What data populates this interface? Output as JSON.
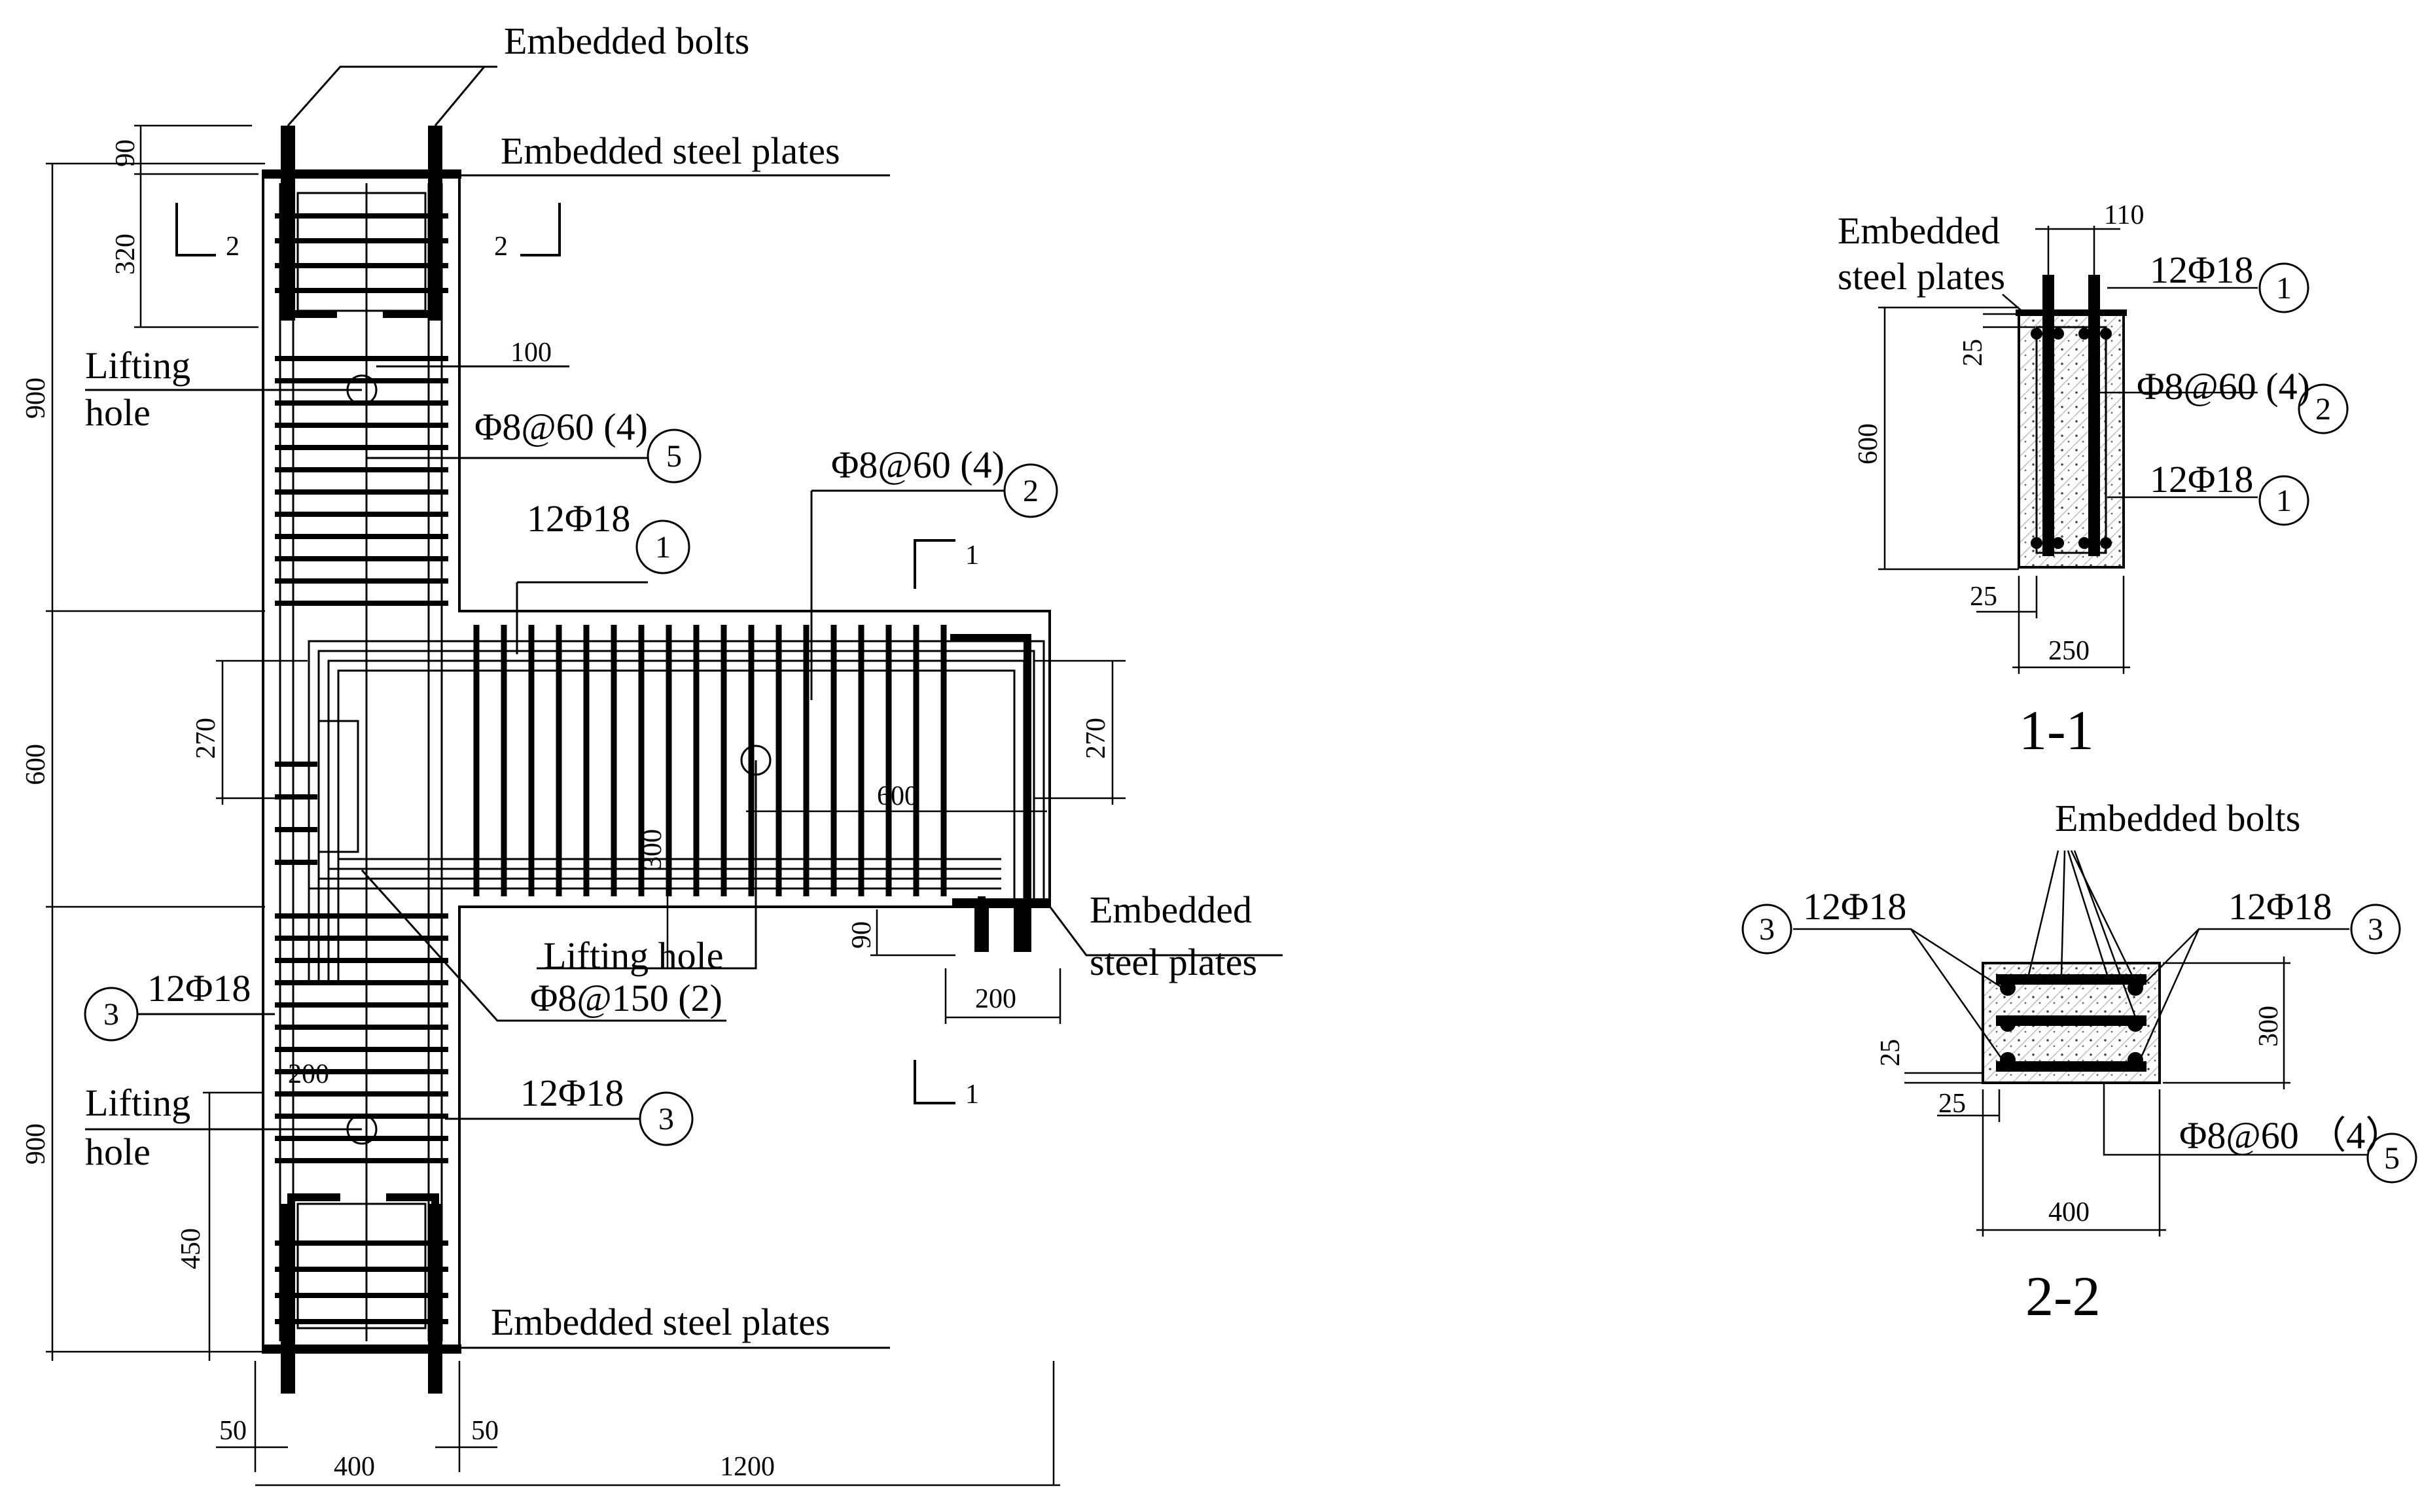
{
  "main_view": {
    "labels": {
      "embedded_bolts": "Embedded bolts",
      "plates_top": "Embedded steel plates",
      "plates_bottom": "Embedded steel plates",
      "plates_right_1": "Embedded",
      "plates_right_2": "steel plates",
      "lifting_top_1": "Lifting",
      "lifting_top_2": "hole",
      "lifting_mid": "Lifting hole",
      "lifting_bot_1": "Lifting",
      "lifting_bot_2": "hole"
    },
    "rebar_callouts": {
      "c1_text": "12Φ18",
      "c1_num": "1",
      "c2_text": "Φ8@60 (4)",
      "c2_num": "2",
      "c3a_text": "12Φ18",
      "c3a_num": "3",
      "c3b_text": "12Φ18",
      "c3b_num": "3",
      "c4_text": "Φ8@150 (2)",
      "c5_text": "Φ8@60 (4)",
      "c5_num": "5"
    },
    "dimensions": {
      "d90": "90",
      "d320": "320",
      "d100": "100",
      "d900a": "900",
      "d600": "600",
      "d900b": "900",
      "d270l": "270",
      "d270r": "270",
      "d300": "300",
      "d600b": "600",
      "d90b": "90",
      "d200a": "200",
      "d200b": "200",
      "d450": "450",
      "d50l": "50",
      "d50r": "50",
      "d400": "400",
      "d1200": "1200"
    },
    "section_marks": {
      "s2l": "2",
      "s2r": "2",
      "s1t": "1",
      "s1b": "1"
    }
  },
  "section_1_1": {
    "title": "1-1",
    "plates_1": "Embedded",
    "plates_2": "steel plates",
    "c1a_text": "12Φ18",
    "c1a_num": "1",
    "c2_text": "Φ8@60 (4)",
    "c2_num": "2",
    "c1b_text": "12Φ18",
    "c1b_num": "1",
    "dims": {
      "d110": "110",
      "d25a": "25",
      "d600": "600",
      "d25b": "25",
      "d250": "250"
    }
  },
  "section_2_2": {
    "title": "2-2",
    "bolts": "Embedded bolts",
    "c3l_text": "12Φ18",
    "c3l_num": "3",
    "c3r_text": "12Φ18",
    "c3r_num": "3",
    "c5_text": "Φ8@60 （4）",
    "c5_num": "5",
    "dims": {
      "d300": "300",
      "d25a": "25",
      "d25b": "25",
      "d400": "400"
    }
  }
}
